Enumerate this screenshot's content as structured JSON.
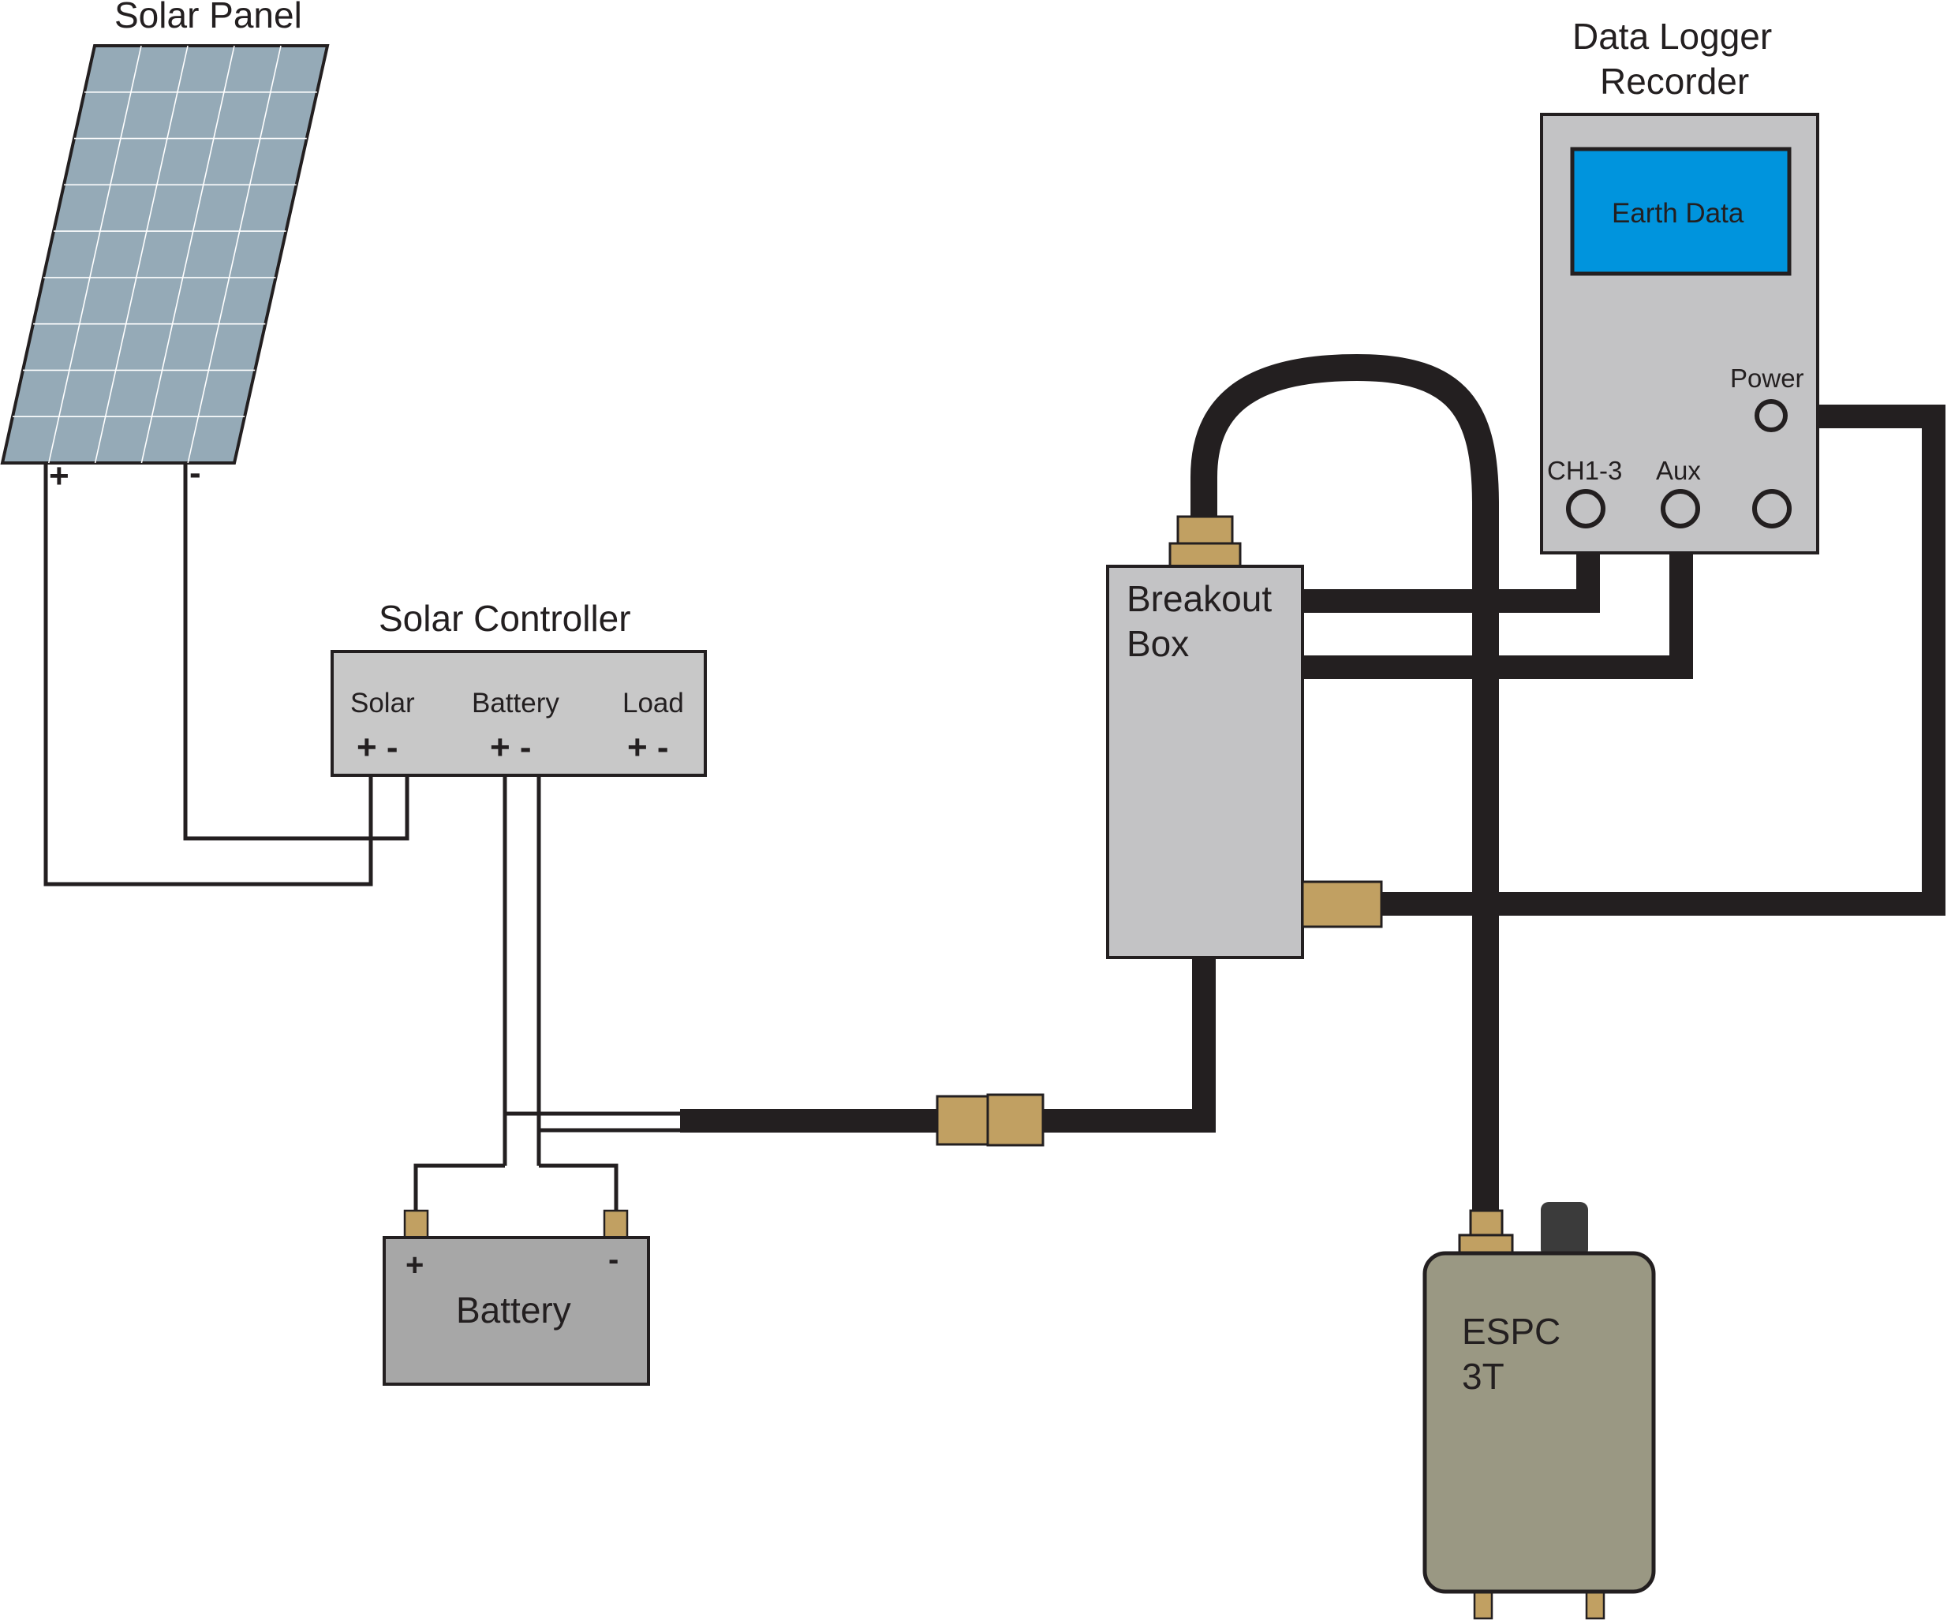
{
  "solar_panel": {
    "title": "Solar Panel",
    "plus": "+",
    "minus": "-"
  },
  "solar_controller": {
    "title": "Solar Controller",
    "solar_label": "Solar",
    "battery_label": "Battery",
    "load_label": "Load",
    "solar_terminals": "+ -",
    "battery_terminals": "+ -",
    "load_terminals": "+ -"
  },
  "battery": {
    "label": "Battery",
    "plus": "+",
    "minus": "-"
  },
  "breakout_box": {
    "line1": "Breakout",
    "line2": "Box"
  },
  "data_logger": {
    "title_line1": "Data Logger",
    "title_line2": "Recorder",
    "screen_text": "Earth Data",
    "power_label": "Power",
    "ch_label": "CH1-3",
    "aux_label": "Aux"
  },
  "espc": {
    "line1": "ESPC",
    "line2": "3T"
  },
  "colors": {
    "cable": "#231f20",
    "outline": "#231f20",
    "panel_fill": "#95aab7",
    "panel_grid": "#ffffff",
    "controller_fill": "#c8c8c8",
    "battery_fill": "#a7a7a7",
    "breakout_fill": "#c3c3c5",
    "logger_fill": "#c3c3c5",
    "screen_fill": "#0094dd",
    "espc_fill": "#9a9883",
    "connector_fill": "#c1a062",
    "knob_fill": "#3b3b3b"
  }
}
